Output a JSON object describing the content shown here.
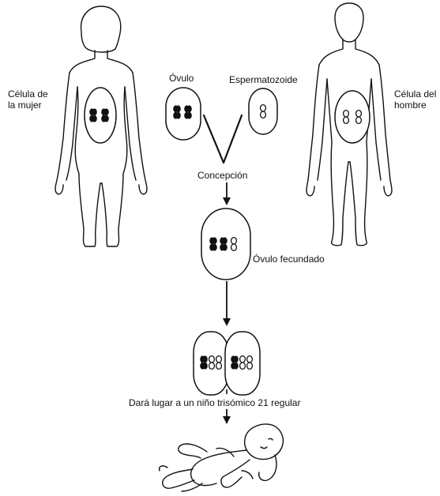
{
  "labels": {
    "woman_cell": [
      "Célula de",
      "la mujer"
    ],
    "man_cell": [
      "Célula del",
      "hombre"
    ],
    "ovule": "Óvulo",
    "sperm": "Espermatozoide",
    "conception": "Concepción",
    "fertilized_ovule": "Óvulo fecundado",
    "result": "Dará lugar a un niño trisómico 21 regular"
  },
  "colors": {
    "ink": "#111111",
    "background": "#ffffff"
  },
  "icons": {
    "woman": "woman-silhouette-icon",
    "man": "man-silhouette-icon",
    "baby": "baby-icon"
  }
}
